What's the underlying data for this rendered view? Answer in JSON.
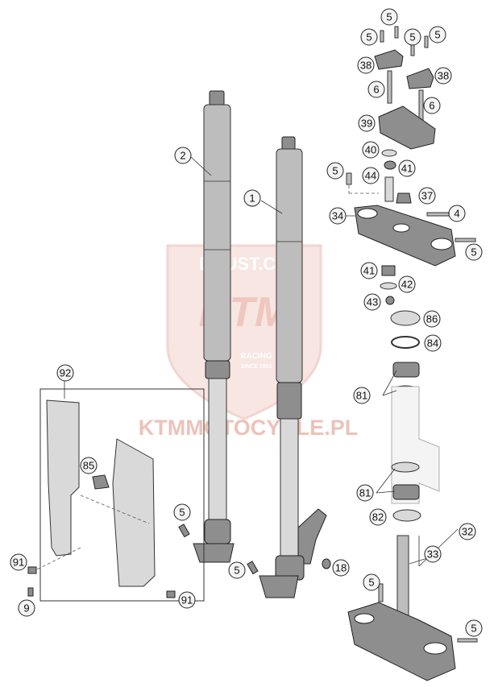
{
  "watermark": {
    "shield_text": "DUUST.CO",
    "brand": "KTM",
    "sub1": "RACING",
    "sub2": "SINCE 1953",
    "site": "KTMMOTOCYKLE.PL",
    "color": "#e8b3a8"
  },
  "callouts": [
    {
      "id": "c1",
      "label": "1"
    },
    {
      "id": "c2",
      "label": "2"
    },
    {
      "id": "c4",
      "label": "4"
    },
    {
      "id": "c5a",
      "label": "5"
    },
    {
      "id": "c5b",
      "label": "5"
    },
    {
      "id": "c5c",
      "label": "5"
    },
    {
      "id": "c5d",
      "label": "5"
    },
    {
      "id": "c5e",
      "label": "5"
    },
    {
      "id": "c5f",
      "label": "5"
    },
    {
      "id": "c5g",
      "label": "5"
    },
    {
      "id": "c5h",
      "label": "5"
    },
    {
      "id": "c5i",
      "label": "5"
    },
    {
      "id": "c5j",
      "label": "5"
    },
    {
      "id": "c6a",
      "label": "6"
    },
    {
      "id": "c6b",
      "label": "6"
    },
    {
      "id": "c9",
      "label": "9"
    },
    {
      "id": "c18",
      "label": "18"
    },
    {
      "id": "c32",
      "label": "32"
    },
    {
      "id": "c33",
      "label": "33"
    },
    {
      "id": "c34",
      "label": "34"
    },
    {
      "id": "c37",
      "label": "37"
    },
    {
      "id": "c38a",
      "label": "38"
    },
    {
      "id": "c38b",
      "label": "38"
    },
    {
      "id": "c39",
      "label": "39"
    },
    {
      "id": "c40",
      "label": "40"
    },
    {
      "id": "c41a",
      "label": "41"
    },
    {
      "id": "c41b",
      "label": "41"
    },
    {
      "id": "c42",
      "label": "42"
    },
    {
      "id": "c43",
      "label": "43"
    },
    {
      "id": "c44",
      "label": "44"
    },
    {
      "id": "c81a",
      "label": "81"
    },
    {
      "id": "c81b",
      "label": "81"
    },
    {
      "id": "c82",
      "label": "82"
    },
    {
      "id": "c84",
      "label": "84"
    },
    {
      "id": "c85",
      "label": "85"
    },
    {
      "id": "c86",
      "label": "86"
    },
    {
      "id": "c91a",
      "label": "91"
    },
    {
      "id": "c91b",
      "label": "91"
    },
    {
      "id": "c92",
      "label": "92"
    }
  ]
}
